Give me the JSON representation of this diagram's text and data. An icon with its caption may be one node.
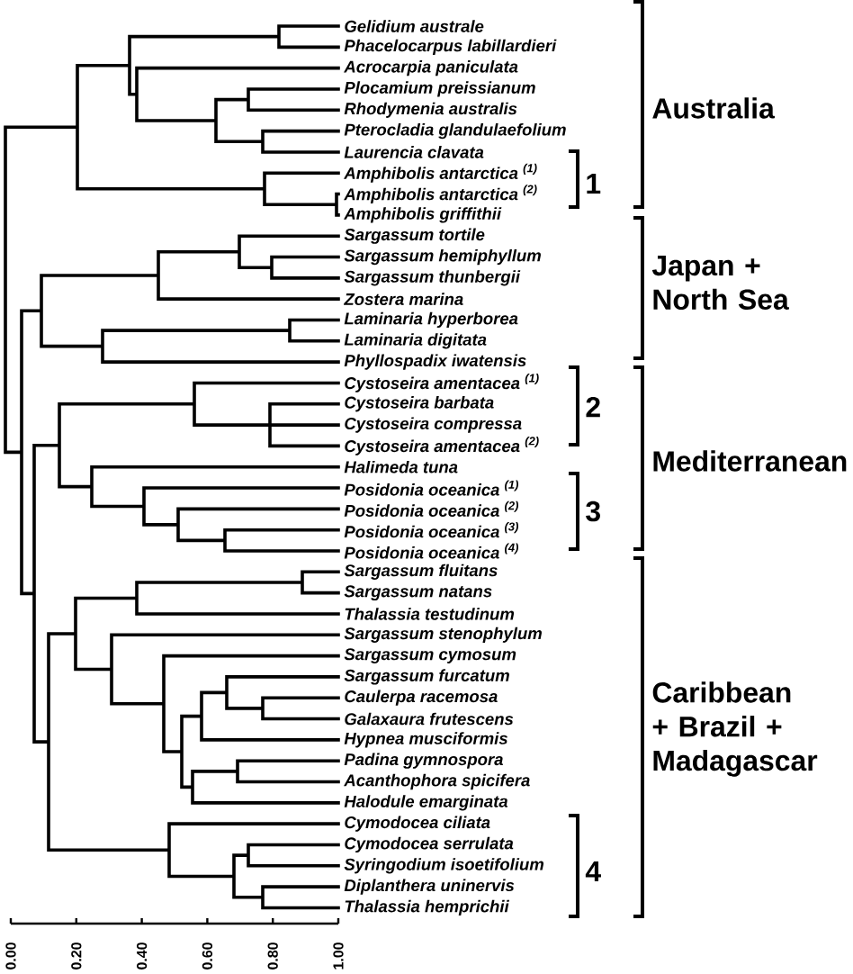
{
  "diagram": {
    "labels": [
      "Gelidium australe",
      "Phacelocarpus labillardieri",
      "Acrocarpia paniculata",
      "Plocamium preissianum",
      "Rhodymenia australis",
      "Pterocladia glandulaefolium",
      "Laurencia clavata",
      "Amphibolis antarctica $^{(1)}$",
      "Amphibolis antarctica $^{(2)}$",
      "Amphibolis griffithii",
      "Sargassum tortile",
      "Sargassum hemiphyllum",
      "Sargassum thunbergii",
      "Zostera marina",
      "Laminaria hyperborea",
      "Laminaria digitata",
      "Phyllospadix iwatensis",
      "Cystoseira amentacea $^{(1)}$",
      "Cystoseira barbata",
      "Cystoseira compressa",
      "Cystoseira amentacea $^{(2)}$",
      "Halimeda tuna",
      "Posidonia oceanica $^{(1)}$",
      "Posidonia oceanica $^{(2)}$",
      "Posidonia oceanica $^{(3)}$",
      "Posidonia oceanica $^{(4)}$",
      "Sargassum fluitans",
      "Sargassum natans",
      "Thalassia testudinum",
      "Sargassum stenophylum",
      "Sargassum cymosum",
      "Sargassum furcatum",
      "Caulerpa racemosa",
      "Galaxaura frutescens",
      "Hypnea musciformis",
      "Padina gymnospora",
      "Acanthophora spicifera",
      "Halodule emarginata",
      "Cymodocea ciliata",
      "Cymodocea serrulata",
      "Syringodium isoetifolium",
      "Diplanthera uninervis",
      "Thalassia hemprichii",
      "Australia",
      "1",
      "Japan + North Sea",
      "2",
      "Mediterranean",
      "3",
      "Caribbean + Brazil + Madagascar",
      "4",
      "0.00",
      "0.20",
      "0.40",
      "0.60",
      "0.80",
      "1.00"
    ]
  }
}
